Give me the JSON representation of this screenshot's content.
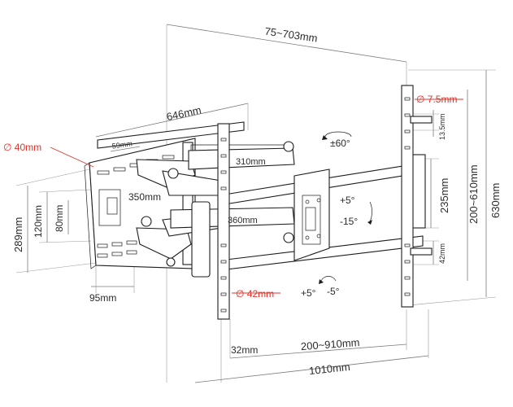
{
  "diagram": {
    "dimensions": {
      "total_width_range": "75~703mm",
      "arm_length": "646mm",
      "slot_pitch": "59mm",
      "inner_arm_length": "310mm",
      "arm_span_350": "350mm",
      "arm_span_360": "360mm",
      "wall_plate_height": "289mm",
      "wall_hole_spacing_120": "120mm",
      "wall_hole_spacing_80": "80mm",
      "wall_plate_width": "95mm",
      "tv_bracket_height_range": "200~610mm",
      "tv_bracket_height": "630mm",
      "rail_spacing": "235mm",
      "slot_height_135": "13.5mm",
      "slot_height_42": "42mm",
      "rail_width": "32mm",
      "horizontal_hole_range": "200~910mm",
      "total_horizontal_width": "1010mm"
    },
    "callouts": {
      "wall_tube_diameter": "∅ 40mm",
      "screw_hole_diameter": "∅ 7.5mm",
      "arm_tube_diameter": "∅ 42mm"
    },
    "angles": {
      "swivel": "±60°",
      "tilt_up": "+5°",
      "tilt_down": "-15°",
      "rotation_plus": "+5°",
      "rotation_minus": "-5°"
    },
    "colors": {
      "line": "#1c1c1c",
      "dimension": "#7a7a7a",
      "accent_red": "#e0342c",
      "text": "#2b2b2b"
    }
  }
}
